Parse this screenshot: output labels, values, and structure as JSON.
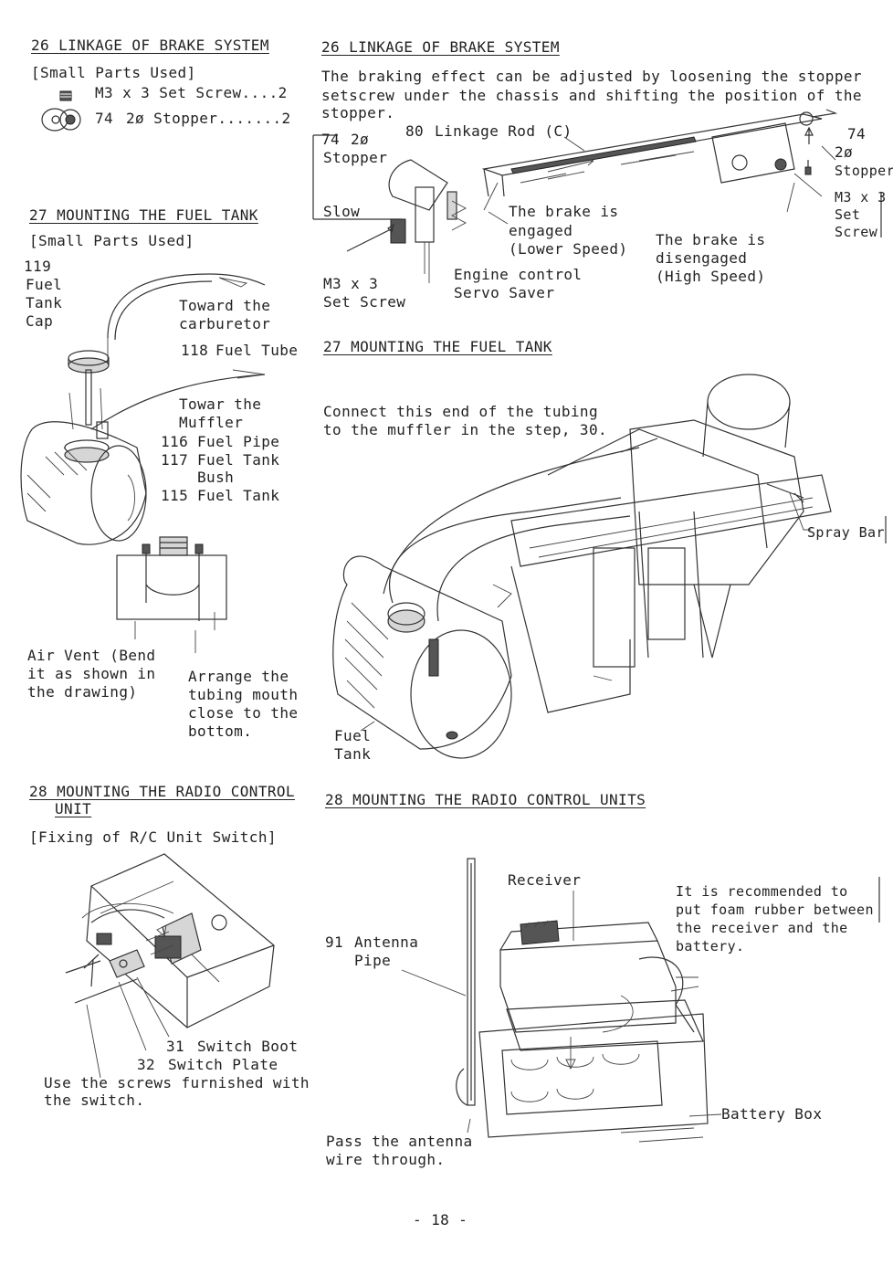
{
  "left": {
    "s26": {
      "heading": "26 LINKAGE OF BRAKE SYSTEM",
      "small_parts": "[Small Parts Used]",
      "part1": "M3 x 3 Set Screw....2",
      "part2_num": "74",
      "part2": "2ø Stopper.......2"
    },
    "s27": {
      "heading": "27 MOUNTING THE FUEL TANK",
      "small_parts": "[Small Parts Used]",
      "cap_num": "119",
      "cap_label1": "Fuel",
      "cap_label2": "Tank",
      "cap_label3": "Cap",
      "toward_carb1": "Toward the",
      "toward_carb2": "carburetor",
      "tube_num": "118",
      "tube_label": "Fuel Tube",
      "toward_muffler1": "Towar the",
      "toward_muffler2": "Muffler",
      "pipe_num": "116",
      "pipe_label": "Fuel Pipe",
      "bush_num": "117",
      "bush_label1": "Fuel Tank",
      "bush_label2": "Bush",
      "tank_num": "115",
      "tank_label": "Fuel Tank",
      "air_vent1": "Air Vent (Bend",
      "air_vent2": "it as shown in",
      "air_vent3": "the drawing)",
      "arrange1": "Arrange the",
      "arrange2": "tubing mouth",
      "arrange3": "close to the",
      "arrange4": "bottom."
    },
    "s28": {
      "heading1": "28 MOUNTING THE RADIO CONTROL",
      "heading2": "UNIT",
      "subheading": "[Fixing of R/C Unit Switch]",
      "boot_num": "31",
      "boot_label": "Switch Boot",
      "plate_num": "32",
      "plate_label": "Switch Plate",
      "note1": "Use the screws furnished with",
      "note2": "the switch."
    }
  },
  "right": {
    "s26": {
      "heading": "26 LINKAGE OF BRAKE SYSTEM",
      "desc1": "The braking effect can be adjusted by loosening the stopper",
      "desc2": "setscrew under the chassis and shifting the position of the",
      "desc3": "stopper.",
      "stopper_num": "74",
      "stopper1": "2ø",
      "stopper2": "Stopper",
      "rod_num": "80",
      "rod_label": "Linkage Rod (C)",
      "stopper_r_num": "74",
      "stopper_r1": "2ø",
      "stopper_r2": "Stopper",
      "setscrew_r1": "M3 x 3",
      "setscrew_r2": "Set",
      "setscrew_r3": "Screw",
      "slow": "Slow",
      "engaged1": "The brake is",
      "engaged2": "engaged",
      "engaged3": "(Lower Speed)",
      "disengaged1": "The brake is",
      "disengaged2": "disengaged",
      "disengaged3": "(High Speed)",
      "setscrew1": "M3 x 3",
      "setscrew2": "Set Screw",
      "engine1": "Engine control",
      "engine2": "Servo Saver"
    },
    "s27": {
      "heading": "27 MOUNTING THE FUEL TANK",
      "connect1": "Connect this end of the tubing",
      "connect2": "to the muffler in the step, 30.",
      "spray": "Spray Bar",
      "fuel1": "Fuel",
      "fuel2": "Tank"
    },
    "s28": {
      "heading": "28 MOUNTING THE RADIO CONTROL UNITS",
      "receiver": "Receiver",
      "antenna_num": "91",
      "antenna1": "Antenna",
      "antenna2": "Pipe",
      "foam1": "It is recommended to",
      "foam2": "put foam rubber between",
      "foam3": "the receiver and the",
      "foam4": "battery.",
      "battery": "Battery Box",
      "pass1": "Pass the antenna",
      "pass2": "wire through."
    }
  },
  "page_number": "- 18 -"
}
